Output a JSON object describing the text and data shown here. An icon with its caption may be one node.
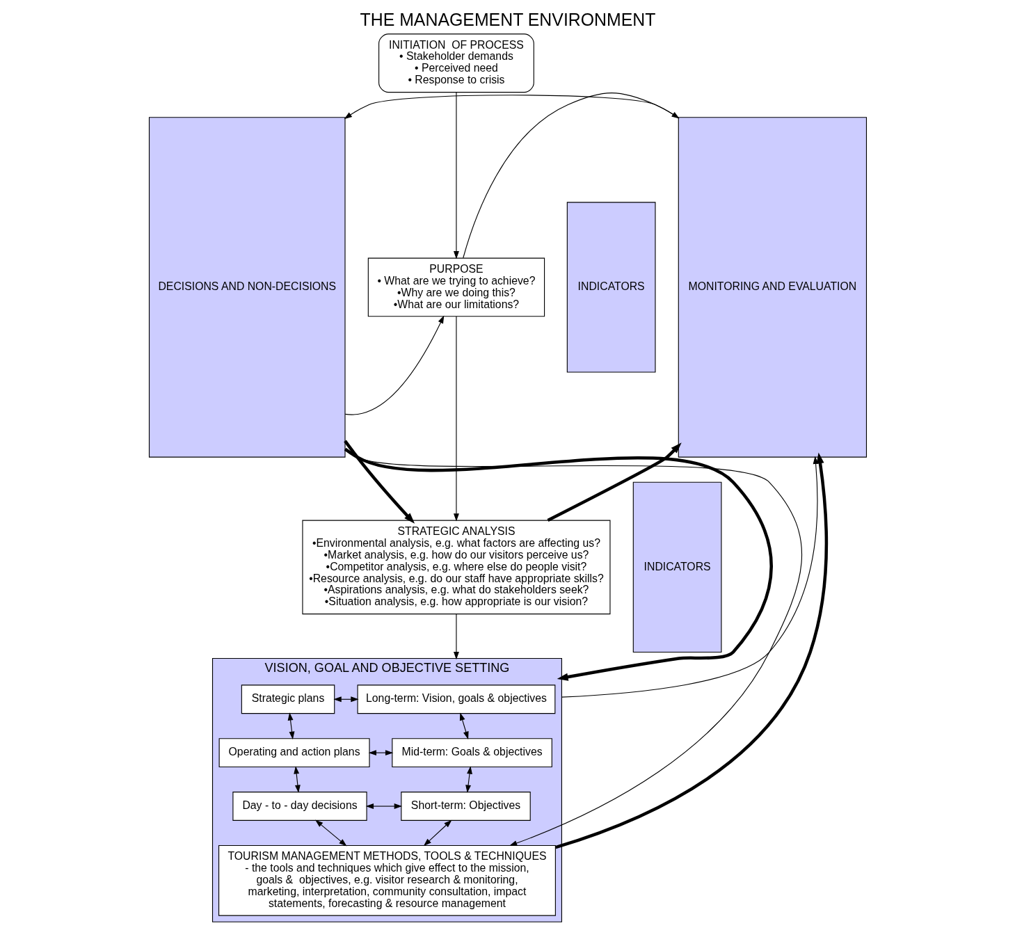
{
  "diagram": {
    "title": "THE MANAGEMENT ENVIRONMENT",
    "nodes": [
      {
        "text": [
          "INITIATION  OF PROCESS",
          "• Stakeholder demands",
          "• Perceived need",
          "• Response to crisis"
        ]
      },
      {
        "text": [
          "DECISIONS AND NON-DECISIONS"
        ]
      },
      {
        "text": [
          "PURPOSE",
          "• What are we trying to achieve?",
          "•Why are we doing this?",
          "•What are our limitations?"
        ]
      },
      {
        "text": [
          "STRATEGIC ANALYSIS",
          "•Environmental analysis, e.g. what factors are affecting us?",
          "•Market analysis, e.g. how do our visitors perceive us?",
          "•Competitor analysis, e.g. where else do people visit?",
          "•Resource analysis, e.g. do our staff have appropriate skills?",
          "•Aspirations analysis, e.g. what do stakeholders seek?",
          "•Situation analysis, e.g. how appropriate is our vision?"
        ]
      },
      {
        "text": [
          "VISION, GOAL AND OBJECTIVE SETTING"
        ]
      },
      {
        "text": [
          "Long-term: Vision, goals & objectives"
        ],
        "in": 4
      },
      {
        "text": [
          "Strategic plans"
        ],
        "in": 4
      },
      {
        "text": [
          "Mid-term: Goals & objectives"
        ],
        "in": 4
      },
      {
        "text": [
          "Operating and action plans"
        ],
        "in": 4
      },
      {
        "text": [
          "Short-term: Objectives"
        ],
        "in": 4
      },
      {
        "text": [
          "Day - to - day decisions"
        ],
        "in": 4
      },
      {
        "text": [
          "TOURISM MANAGEMENT METHODS, TOOLS & TECHNIQUES",
          "- the tools and techniques which give effect to the mission, goals &  objectives, e.g. visitor research & monitoring, marketing, interpretation, community consultation, impact statements, forecasting & resource management"
        ],
        "in": 4
      },
      {
        "text": [
          "INDICATORS"
        ]
      },
      {
        "text": [
          "INDICATORS"
        ]
      },
      {
        "text": [
          "MONITORING AND EVALUATION"
        ]
      }
    ],
    "edges": [
      {
        "from": 0,
        "to": 2,
        "arrow": "to"
      },
      {
        "from": 1,
        "to": 2,
        "arrow": "to"
      },
      {
        "from": 1,
        "to": 3,
        "arrow": "to",
        "style": "thick"
      },
      {
        "from": 1,
        "to": 4,
        "arrow": "to",
        "style": "thick"
      },
      {
        "from": 1,
        "to": 11,
        "arrow": "to"
      },
      {
        "from": 2,
        "to": 3,
        "arrow": "to"
      },
      {
        "from": 3,
        "to": 4,
        "arrow": "to"
      },
      {
        "from": 5,
        "to": 6,
        "arrow": "both"
      },
      {
        "from": 5,
        "to": 7,
        "arrow": "both"
      },
      {
        "from": 6,
        "to": 8,
        "arrow": "both"
      },
      {
        "from": 7,
        "to": 8,
        "arrow": "both"
      },
      {
        "from": 7,
        "to": 9,
        "arrow": "both"
      },
      {
        "from": 8,
        "to": 10,
        "arrow": "both"
      },
      {
        "from": 9,
        "to": 10,
        "arrow": "both"
      },
      {
        "from": 9,
        "to": 11,
        "arrow": "both"
      },
      {
        "from": 10,
        "to": 11,
        "arrow": "both"
      },
      {
        "from": 2,
        "to": 14,
        "arrow": "to"
      },
      {
        "from": 3,
        "to": 14,
        "arrow": "to",
        "style": "thick"
      },
      {
        "from": 4,
        "to": 14,
        "arrow": "to"
      },
      {
        "from": 11,
        "to": 14,
        "arrow": "to",
        "style": "thick"
      },
      {
        "from": 14,
        "to": 1,
        "arrow": "to"
      }
    ]
  }
}
